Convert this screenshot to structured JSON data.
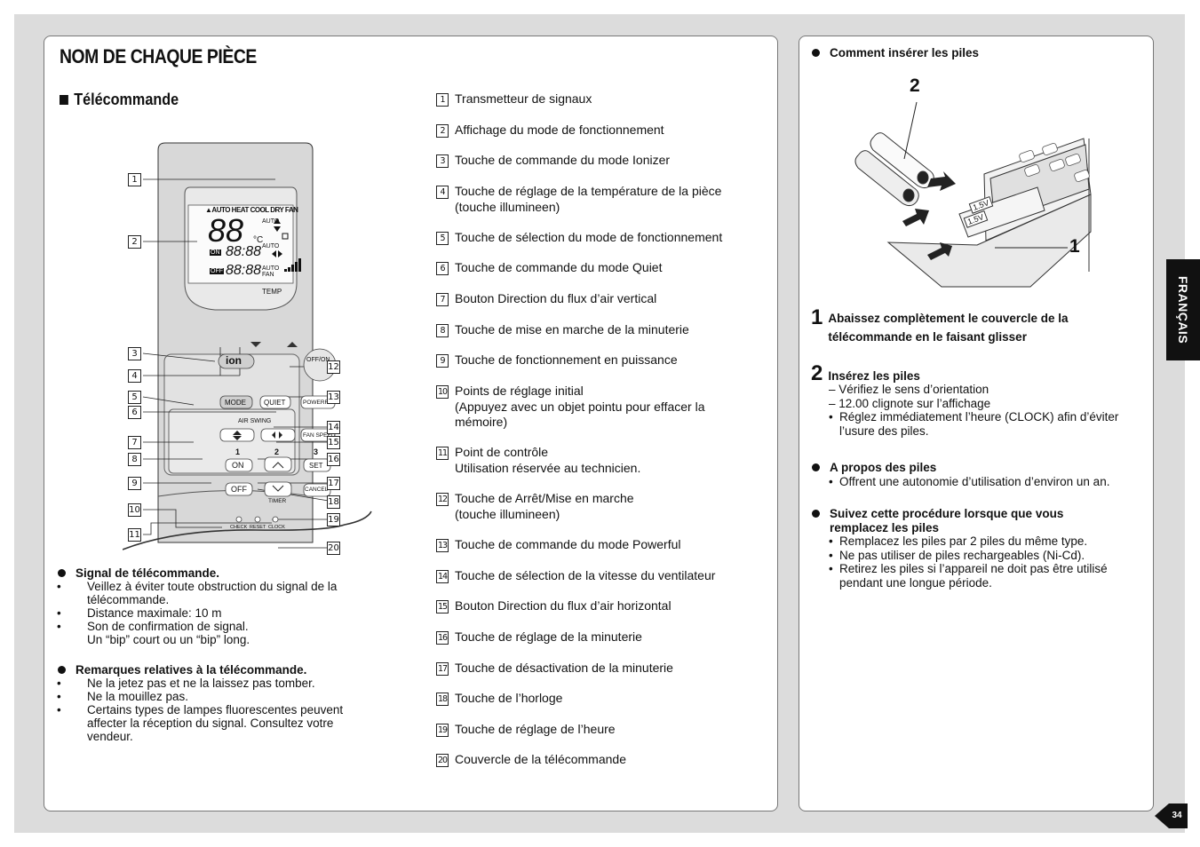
{
  "page_title": "NOM DE CHAQUE PIÈCE",
  "section_title": "Télécommande",
  "remote": {
    "lcd_modes": "▲AUTO HEAT COOL DRY FAN",
    "lcd_big_digits": "88",
    "lcd_unit": "°C",
    "lcd_on": "ON",
    "lcd_off": "OFF",
    "lcd_time": "88:88",
    "lcd_auto": "AUTO",
    "lcd_fan": "FAN",
    "temp_label": "TEMP",
    "ion_label": "ion",
    "off_on_label": "OFF/ON",
    "mode_label": "MODE",
    "quiet_label": "QUIET",
    "powerful_label": "POWERFUL",
    "air_swing_label": "AIR SWING",
    "fan_speed_label": "FAN SPEED",
    "timer_steps": [
      "1",
      "2",
      "3"
    ],
    "on_label": "ON",
    "off_label": "OFF",
    "set_label": "SET",
    "cancel_label": "CANCEL",
    "timer_label": "TIMER",
    "check_label": "CHECK",
    "reset_label": "RESET",
    "clock_label": "CLOCK",
    "callouts": [
      "1",
      "2",
      "3",
      "4",
      "5",
      "6",
      "7",
      "8",
      "9",
      "10",
      "11",
      "12",
      "13",
      "14",
      "15",
      "16",
      "17",
      "18",
      "19",
      "20"
    ]
  },
  "notes": [
    {
      "heading": "Signal de télécommande.",
      "items": [
        "Veillez à éviter toute obstruction du signal de la télécommande.",
        "Distance maximale: 10 m",
        "Son de confirmation de signal.\nUn “bip” court ou un “bip” long."
      ]
    },
    {
      "heading": "Remarques relatives à la télécommande.",
      "items": [
        "Ne la jetez pas et ne la laissez pas tomber.",
        "Ne la mouillez pas.",
        "Certains types de lampes fluorescentes peuvent affecter la réception du signal. Consultez votre vendeur."
      ]
    }
  ],
  "parts": [
    {
      "num": "1",
      "text": "Transmetteur de signaux"
    },
    {
      "num": "2",
      "text": "Affichage du mode de fonctionnement"
    },
    {
      "num": "3",
      "text": "Touche de commande du mode Ionizer"
    },
    {
      "num": "4",
      "text": "Touche de réglage de la température de la pièce\n(touche illumineen)"
    },
    {
      "num": "5",
      "text": "Touche de sélection du mode de fonctionnement"
    },
    {
      "num": "6",
      "text": "Touche de commande du mode Quiet"
    },
    {
      "num": "7",
      "text": "Bouton Direction du flux d’air vertical"
    },
    {
      "num": "8",
      "text": "Touche de mise en marche de la minuterie"
    },
    {
      "num": "9",
      "text": "Touche de fonctionnement en puissance"
    },
    {
      "num": "10",
      "text": "Points de réglage initial\n(Appuyez avec un objet pointu pour effacer la\nmémoire)"
    },
    {
      "num": "11",
      "text": "Point de contrôle\nUtilisation réservée au technicien."
    },
    {
      "num": "12",
      "text": "Touche de Arrêt/Mise en marche\n(touche illumineen)"
    },
    {
      "num": "13",
      "text": "Touche de commande du mode Powerful"
    },
    {
      "num": "14",
      "text": "Touche de sélection de la vitesse du ventilateur"
    },
    {
      "num": "15",
      "text": "Bouton Direction du flux d’air horizontal"
    },
    {
      "num": "16",
      "text": "Touche de réglage de la minuterie"
    },
    {
      "num": "17",
      "text": "Touche de désactivation de la minuterie"
    },
    {
      "num": "18",
      "text": "Touche de l’horloge"
    },
    {
      "num": "19",
      "text": "Touche de réglage de l’heure"
    },
    {
      "num": "20",
      "text": "Couvercle de la télécommande"
    }
  ],
  "right": {
    "insert_heading": "Comment insérer les piles",
    "figure_label_2": "2",
    "figure_label_1": "1",
    "battery_label": "1.5V",
    "step1_num": "1",
    "step1_text": "Abaissez complètement le couvercle de la télécommande en le faisant glisser",
    "step2_num": "2",
    "step2_title": "Insérez les piles",
    "step2_dash": [
      "Vérifiez le sens d’orientation",
      "12.00 clignote sur l’affichage"
    ],
    "step2_bullet": "Réglez immédiatement l’heure (CLOCK) afin d’éviter l’usure des piles.",
    "about_heading": "A propos des piles",
    "about_items": [
      "Offrent une autonomie d’utilisation d’environ un an."
    ],
    "replace_heading": "Suivez cette procédure lorsque que vous remplacez les piles",
    "replace_items": [
      "Remplacez les piles par 2 piles du même type.",
      "Ne pas utiliser de piles rechargeables (Ni-Cd).",
      "Retirez les piles si l’appareil ne doit pas être utilisé pendant une longue période."
    ]
  },
  "side_tab": "FRANÇAIS",
  "page_number": "34"
}
